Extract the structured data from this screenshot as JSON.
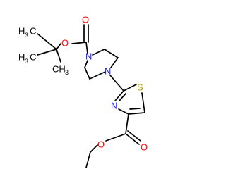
{
  "molecule": {
    "atoms": {
      "carbonyl_o_top": {
        "label": "O",
        "element": "O"
      },
      "ester_o_tbu": {
        "label": "O",
        "element": "O"
      },
      "piperazine_n_top": {
        "label": "N",
        "element": "N"
      },
      "piperazine_n_bottom": {
        "label": "N",
        "element": "N"
      },
      "thiazole_s": {
        "label": "S",
        "element": "S"
      },
      "thiazole_n": {
        "label": "N",
        "element": "N"
      },
      "carbonyl_o_bottom": {
        "label": "O",
        "element": "O"
      },
      "ester_o_ethyl": {
        "label": "O",
        "element": "O"
      },
      "methyl_left_top": {
        "label": "H",
        "sub": "3",
        "prefix": "C",
        "element": "C"
      },
      "methyl_left_bottom": {
        "label": "H",
        "sub": "3",
        "prefix": "C",
        "element": "C"
      },
      "methyl_right": {
        "label": "CH",
        "sub": "3",
        "element": "C"
      }
    },
    "colors": {
      "C": "#000000",
      "N": "#2222ff",
      "O": "#ff0000",
      "S": "#b8a000",
      "bond": "#000000"
    }
  }
}
